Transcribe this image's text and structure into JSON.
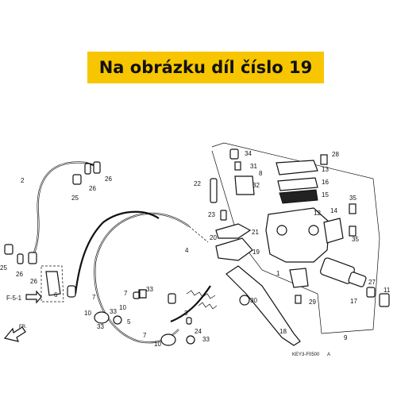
{
  "banner": {
    "text": "Na obrázku díl číslo 19",
    "color": "#f7c600"
  },
  "diagram": {
    "callouts": [
      "1",
      "2",
      "3",
      "4",
      "5",
      "6",
      "7",
      "8",
      "9",
      "10",
      "11",
      "12",
      "13",
      "14",
      "15",
      "16",
      "17",
      "18",
      "19",
      "20",
      "21",
      "22",
      "23",
      "24",
      "25",
      "26",
      "27",
      "28",
      "29",
      "30",
      "31",
      "32",
      "33",
      "34",
      "35"
    ],
    "reference_label": "F-5-1",
    "direction_label": "FR.",
    "code": "KEY3-F0500",
    "code_suffix": "A"
  }
}
